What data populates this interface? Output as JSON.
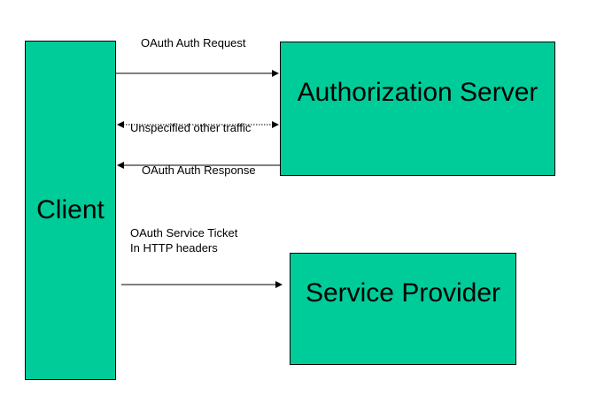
{
  "nodes": {
    "client": "Client",
    "authorization_server": "Authorization Server",
    "service_provider": "Service Provider"
  },
  "edges": {
    "auth_request": "OAuth Auth Request",
    "other_traffic": "Unspecified other traffic",
    "auth_response": "OAuth Auth Response",
    "service_ticket_line1": "OAuth Service Ticket",
    "service_ticket_line2": "In HTTP headers"
  },
  "colors": {
    "box_fill": "#00CC99",
    "line": "#000000",
    "background": "#ffffff"
  }
}
